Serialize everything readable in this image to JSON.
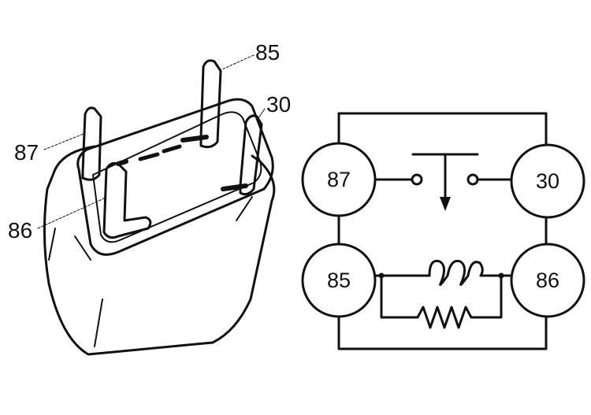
{
  "relay_pins": {
    "pin_85": "85",
    "pin_30": "30",
    "pin_87": "87",
    "pin_86": "86"
  },
  "schematic": {
    "node_87": "87",
    "node_30": "30",
    "node_85": "85",
    "node_86": "86"
  }
}
